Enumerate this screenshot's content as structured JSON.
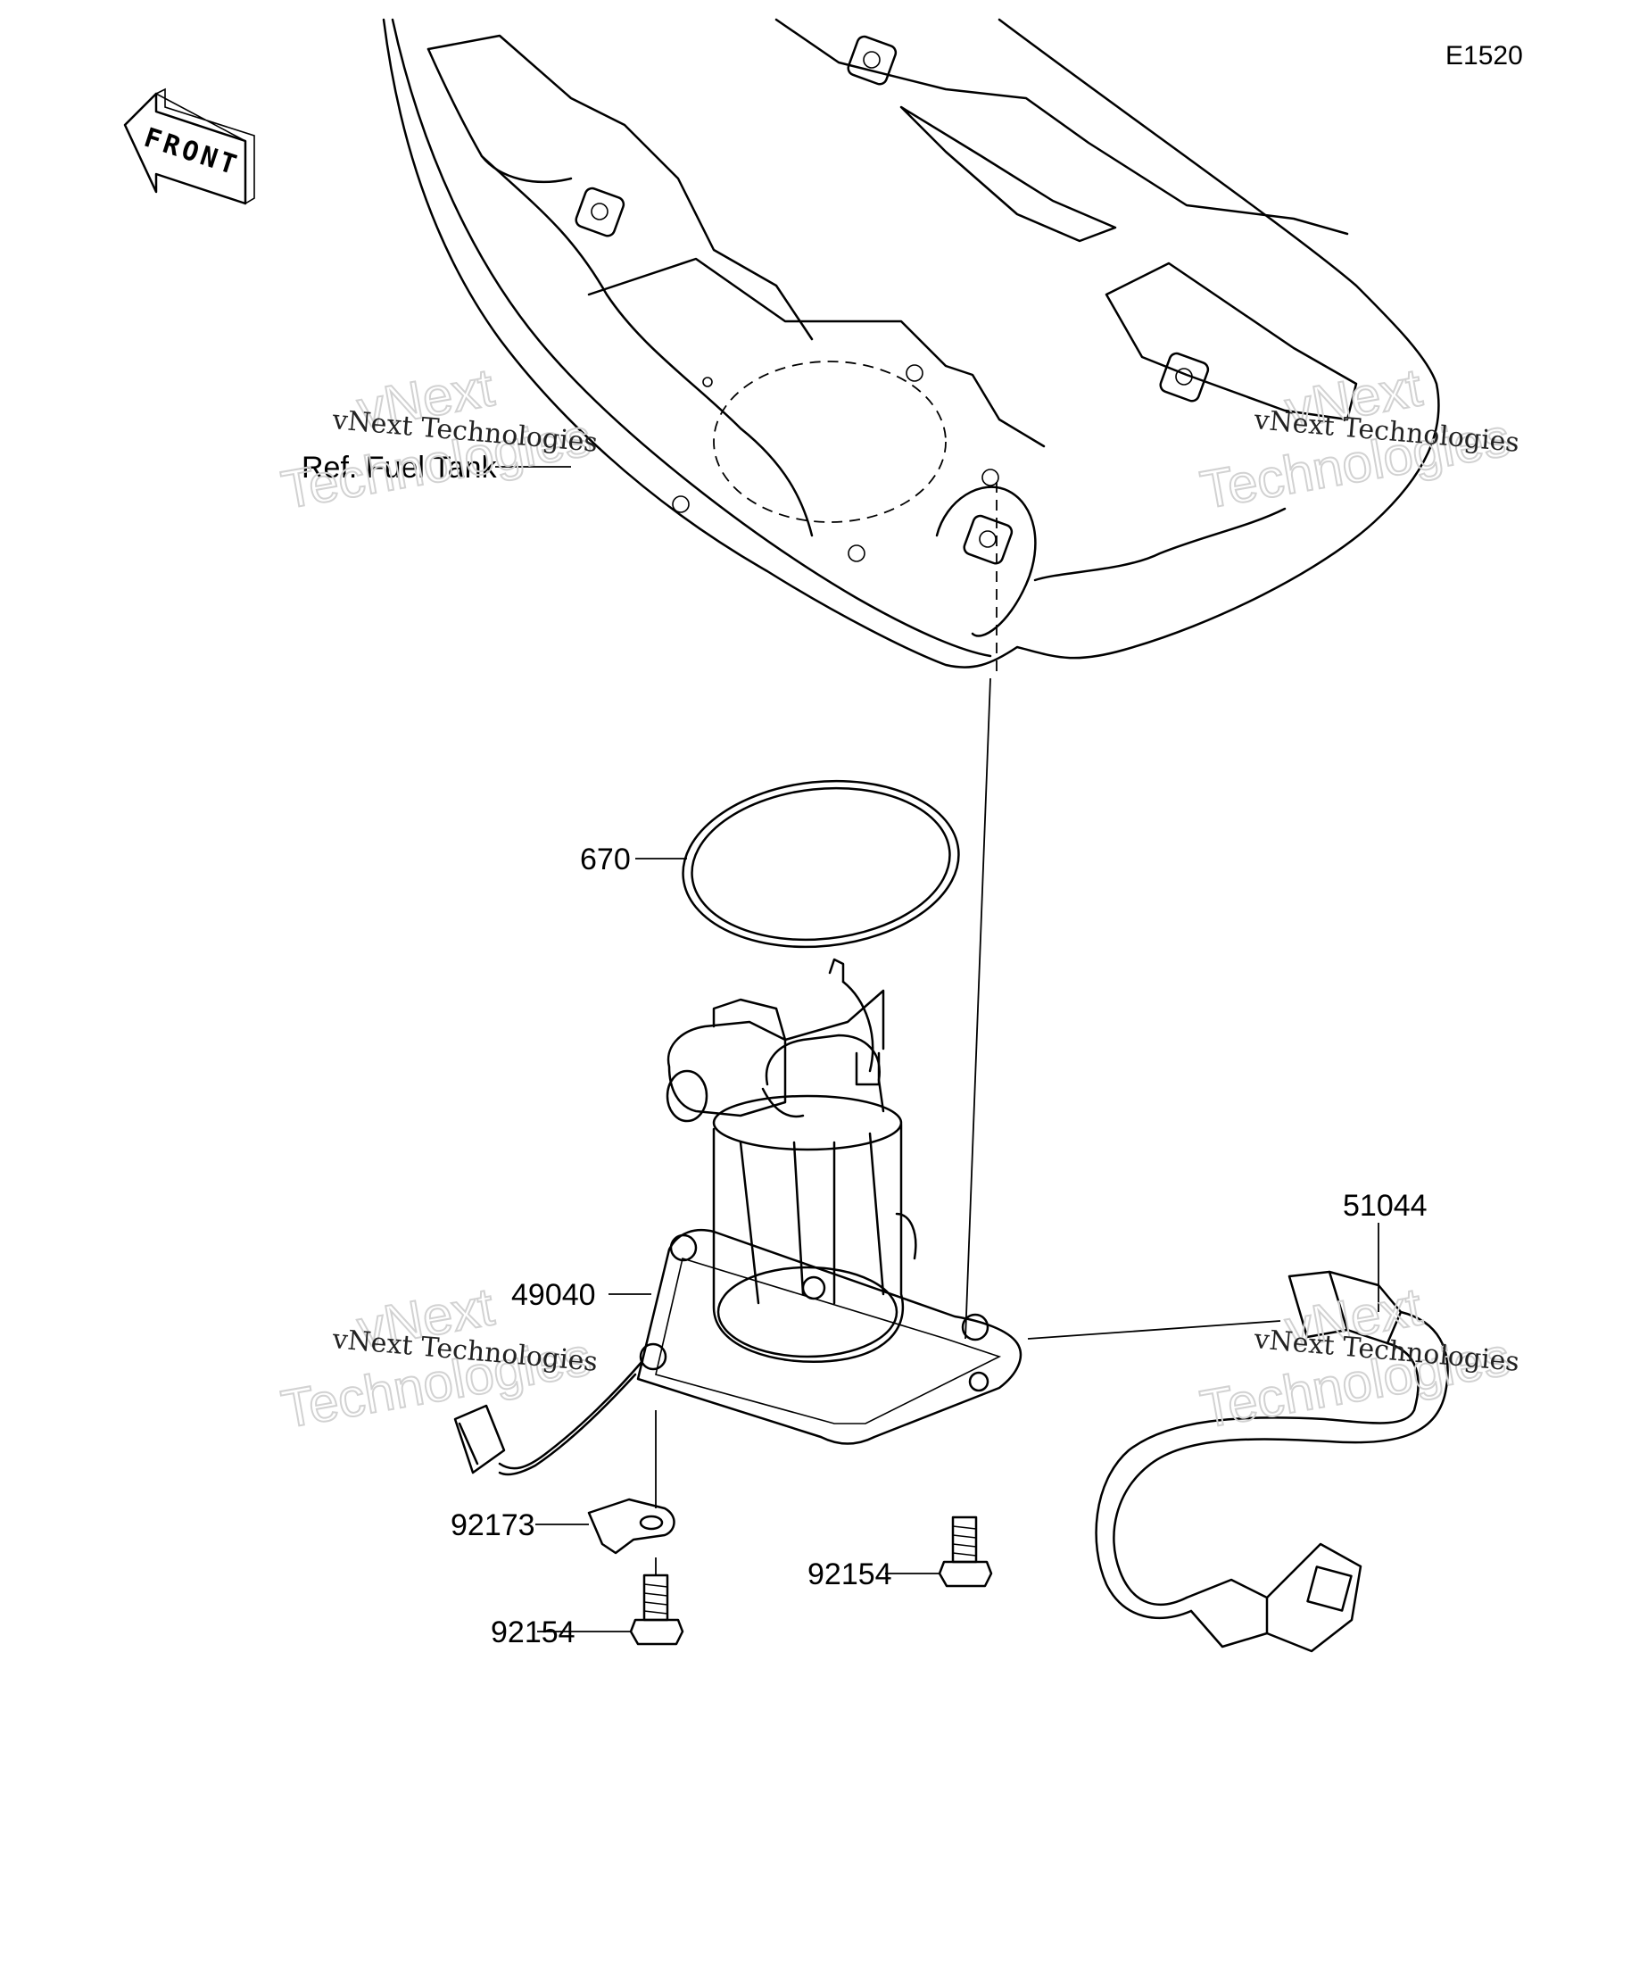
{
  "diagram": {
    "code": "E1520",
    "front_label": "FRONT",
    "ref_label": "Ref. Fuel Tank",
    "parts": [
      {
        "id": "670"
      },
      {
        "id": "49040"
      },
      {
        "id": "51044"
      },
      {
        "id": "92173"
      },
      {
        "id": "92154"
      },
      {
        "id": "92154"
      }
    ]
  },
  "watermarks": [
    {
      "line1": "vNext",
      "line2": "Technologies",
      "caption": "vNext Technologies"
    },
    {
      "line1": "vNext",
      "line2": "Technologies",
      "caption": "vNext Technologies"
    },
    {
      "line1": "vNext",
      "line2": "Technologies",
      "caption": "vNext Technologies"
    },
    {
      "line1": "vNext",
      "line2": "Technologies",
      "caption": "vNext Technologies"
    }
  ],
  "colors": {
    "ink": "#000000",
    "watermark": "#d2d2d2",
    "background": "#ffffff"
  }
}
